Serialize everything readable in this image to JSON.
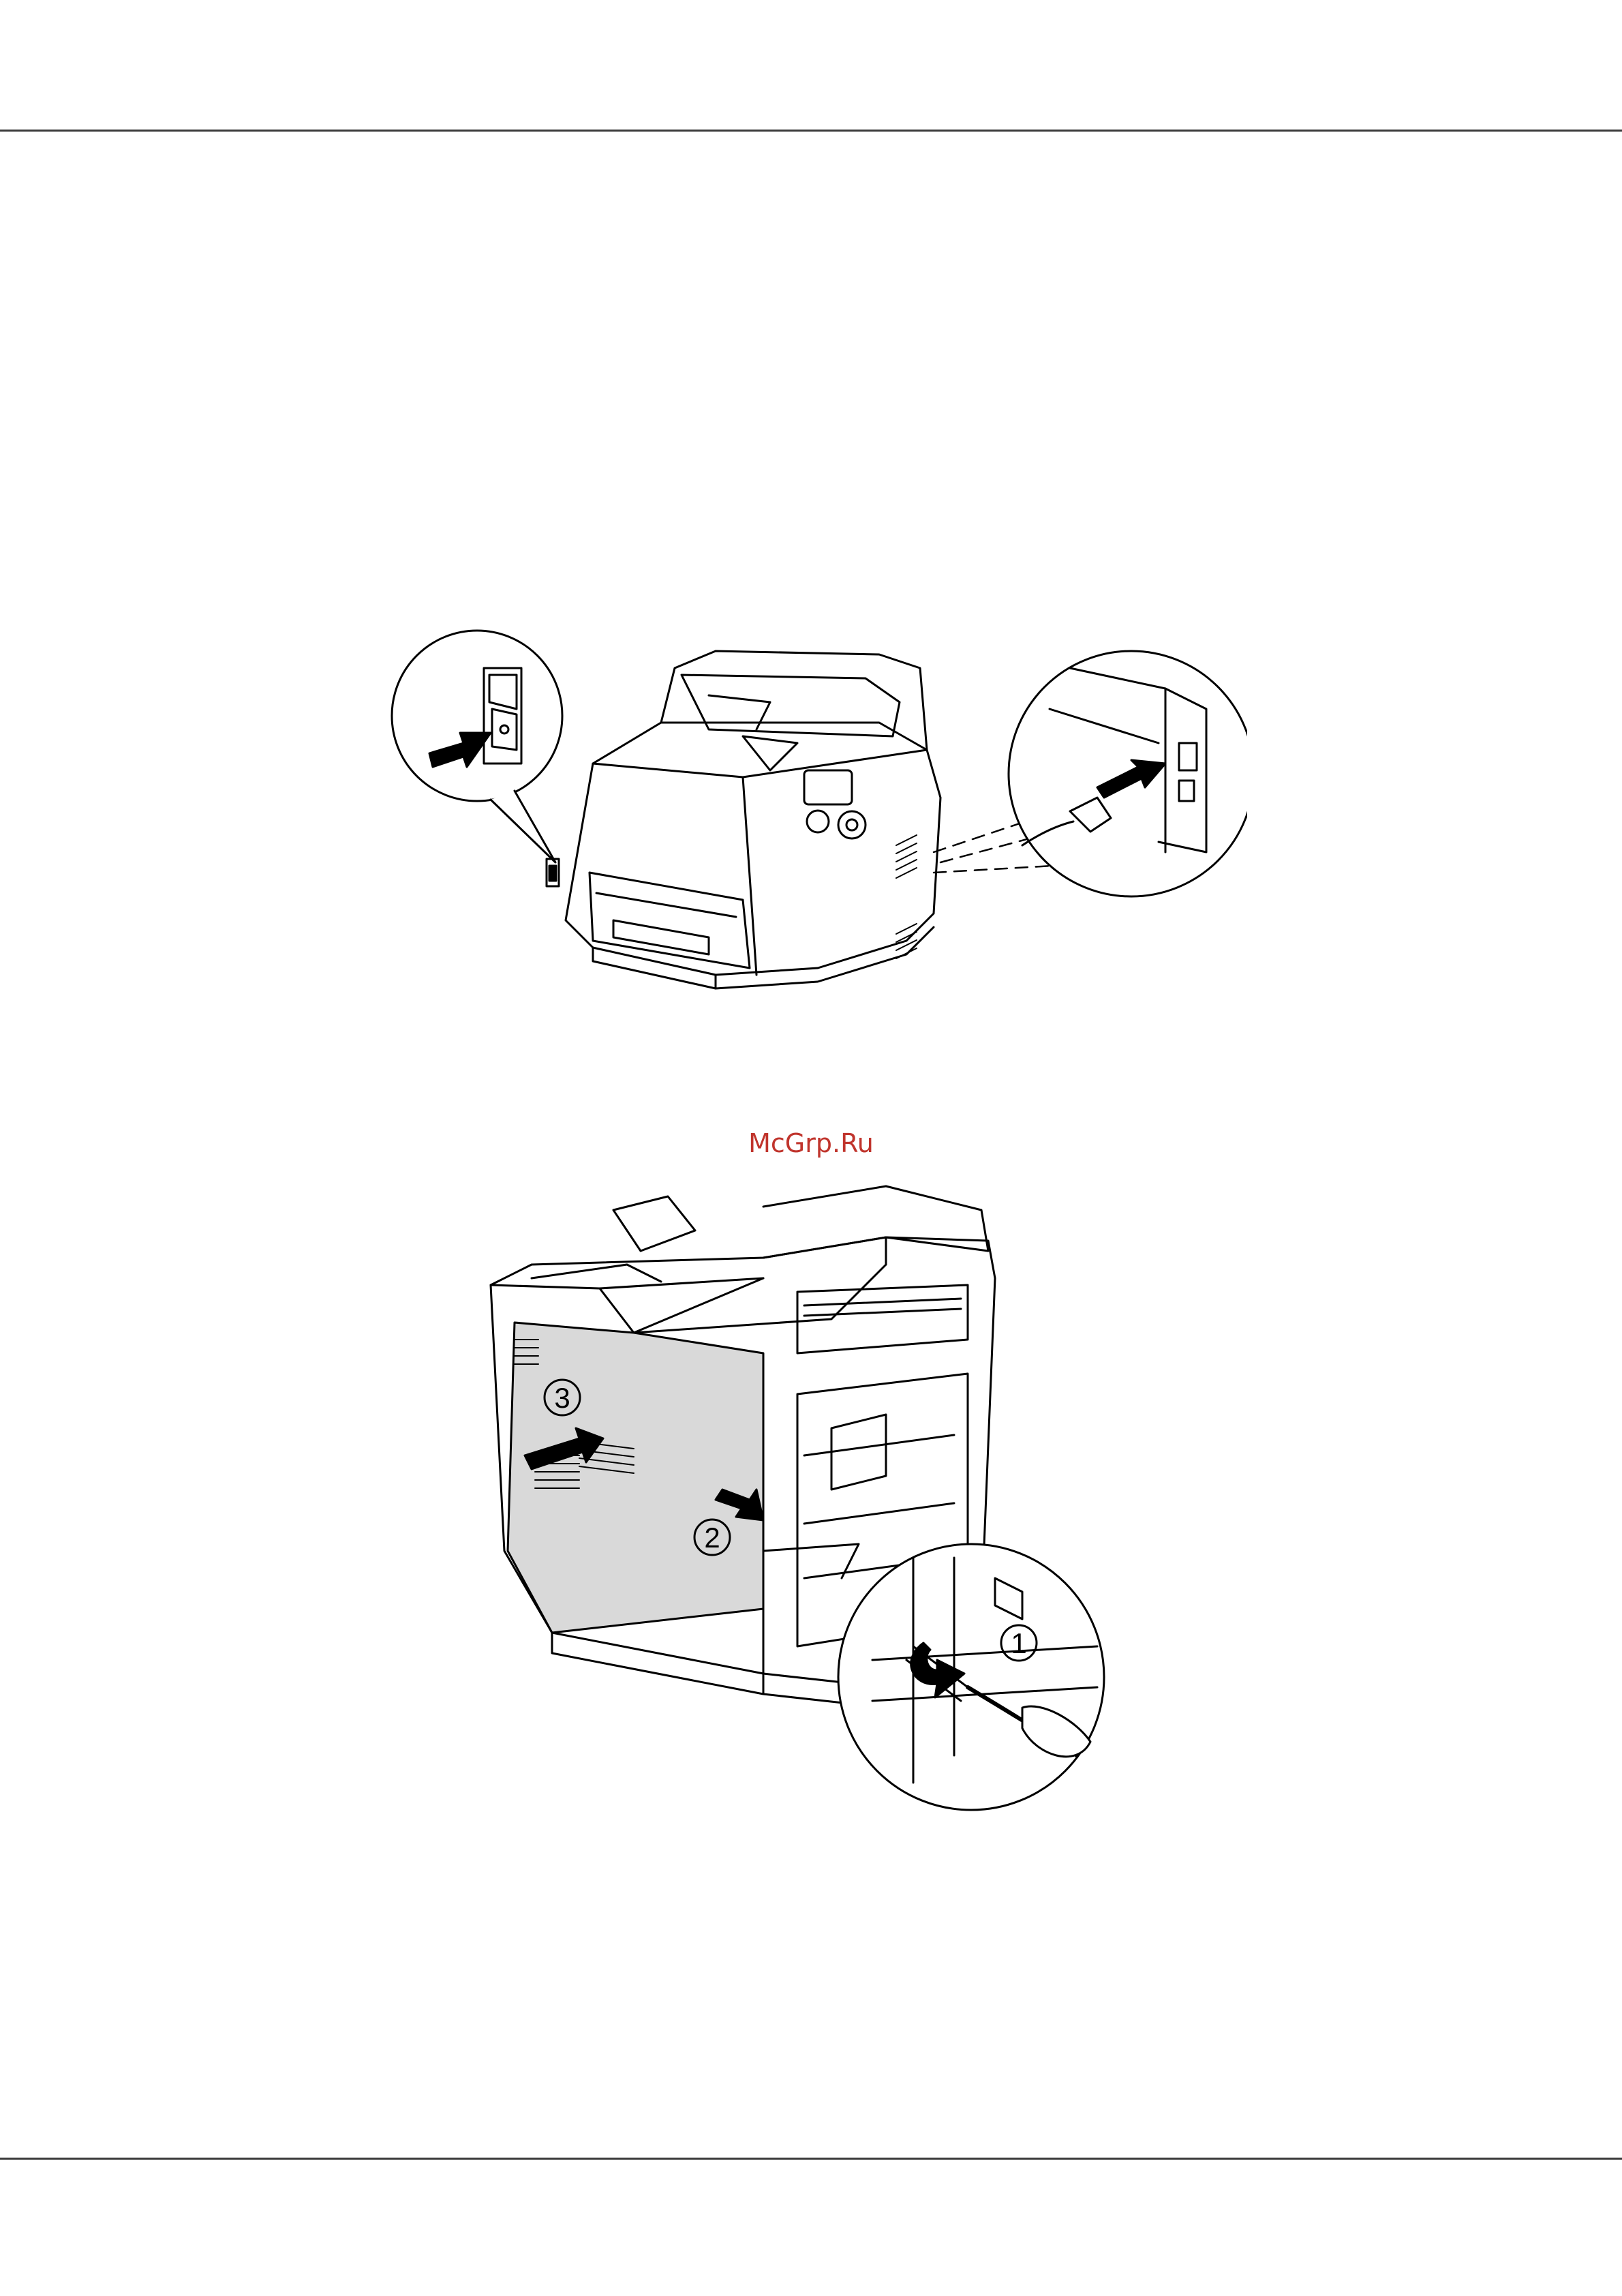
{
  "watermark": "McGrp.Ru",
  "figure_bottom": {
    "steps": [
      "1",
      "2",
      "3"
    ]
  }
}
